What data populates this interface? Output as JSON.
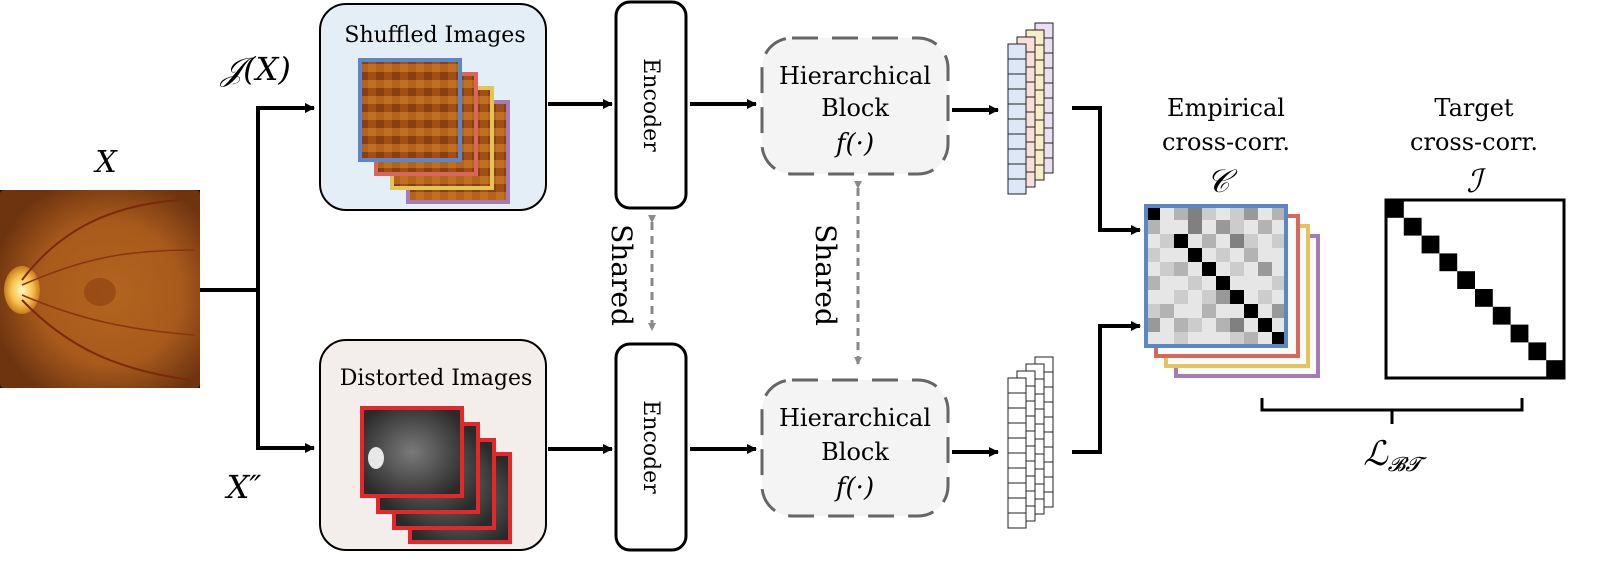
{
  "input": {
    "label": "X",
    "top_branch_label": "𝒥(X)",
    "bottom_branch_label": "X″"
  },
  "shuffled_panel": {
    "title": "Shuffled Images",
    "frame_colors": [
      "#5b86c8",
      "#d9665a",
      "#e4c45a",
      "#a47bb5"
    ]
  },
  "distorted_panel": {
    "title": "Distorted Images",
    "frame_color": "#e3272b"
  },
  "encoder": {
    "label": "Encoder"
  },
  "hier_block": {
    "line1": "Hierarchical",
    "line2": "Block",
    "func": "f(·)"
  },
  "shared_label": "Shared",
  "matrices": {
    "empirical_title_1": "Empirical",
    "empirical_title_2": "cross-corr.",
    "empirical_symbol": "𝒞",
    "target_title_1": "Target",
    "target_title_2": "cross-corr.",
    "target_symbol": "ℐ",
    "loss_symbol": "ℒ",
    "loss_subscript": "𝓑𝓣",
    "empirical_frame_colors": [
      "#5b86c8",
      "#d9665a",
      "#e4c45a",
      "#a47bb5"
    ]
  },
  "colors": {
    "shuffled_bg": "#e4eef6",
    "distorted_bg": "#f3eeec",
    "block_bg": "#f4f4f4",
    "dashed_gray": "#8a8a8a"
  },
  "chart_data": {
    "type": "heatmap",
    "empirical_matrix": [
      [
        1.0,
        0.1,
        0.3,
        0.5,
        0.2,
        0.1,
        0.2,
        0.4,
        0.1,
        0.3
      ],
      [
        0.3,
        0.1,
        0.1,
        0.5,
        0.1,
        0.4,
        0.2,
        0.1,
        0.3,
        0.1
      ],
      [
        0.1,
        0.2,
        1.0,
        0.1,
        0.3,
        0.1,
        0.5,
        0.2,
        0.1,
        0.2
      ],
      [
        0.2,
        0.1,
        0.1,
        1.0,
        0.1,
        0.2,
        0.1,
        0.3,
        0.1,
        0.1
      ],
      [
        0.1,
        0.2,
        0.3,
        0.1,
        1.0,
        0.1,
        0.2,
        0.1,
        0.4,
        0.1
      ],
      [
        0.3,
        0.1,
        0.1,
        0.2,
        0.1,
        1.0,
        0.1,
        0.1,
        0.1,
        0.2
      ],
      [
        0.1,
        0.1,
        0.2,
        0.1,
        0.2,
        0.4,
        1.0,
        0.1,
        0.2,
        0.1
      ],
      [
        0.2,
        0.3,
        0.1,
        0.1,
        0.3,
        0.1,
        0.1,
        1.0,
        0.1,
        0.4
      ],
      [
        0.4,
        0.1,
        0.3,
        0.2,
        0.1,
        0.3,
        0.5,
        0.1,
        1.0,
        0.1
      ],
      [
        0.1,
        0.1,
        0.2,
        0.1,
        0.1,
        0.1,
        0.2,
        0.3,
        0.1,
        1.0
      ]
    ],
    "target_matrix_size": 10
  }
}
